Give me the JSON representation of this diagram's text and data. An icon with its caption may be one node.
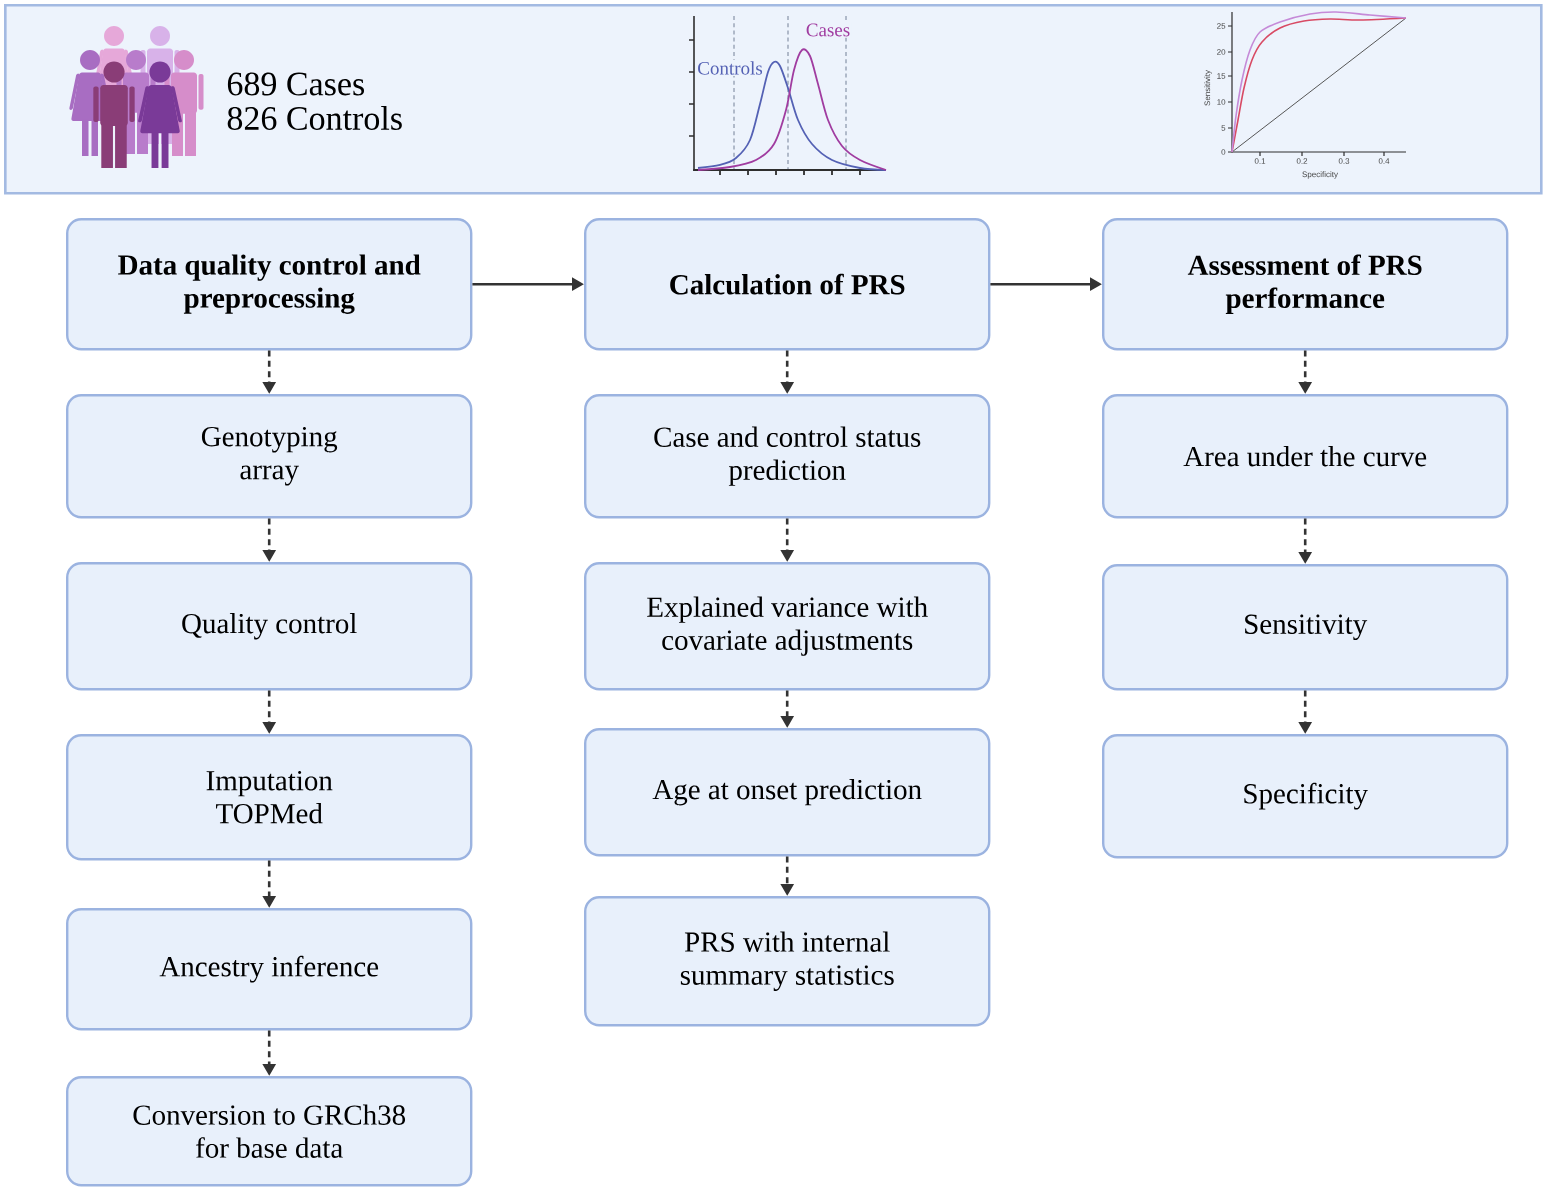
{
  "diagram": {
    "nodes": [
      {
        "text": [
          "689 Cases",
          "826 Controls"
        ]
      },
      {
        "text": [
          "Data quality control and preprocessing"
        ]
      },
      {
        "text": [
          "Genotyping",
          "array"
        ]
      },
      {
        "text": [
          "Quality control"
        ]
      },
      {
        "text": [
          "Imputation",
          "TOPMed"
        ]
      },
      {
        "text": [
          "Ancestry inference"
        ]
      },
      {
        "text": [
          "Conversion to GRCh38 for base data"
        ]
      },
      {
        "text": [
          "Calculation of PRS"
        ]
      },
      {
        "text": [
          "Case and control status prediction"
        ]
      },
      {
        "text": [
          "Explained variance with covariate adjustments"
        ]
      },
      {
        "text": [
          "Age at onset prediction"
        ]
      },
      {
        "text": [
          "PRS with internal summary statistics"
        ]
      },
      {
        "text": [
          "Assessment of PRS performance"
        ]
      },
      {
        "text": [
          "Area under the curve"
        ]
      },
      {
        "text": [
          "Sensitivity"
        ]
      },
      {
        "text": [
          "Specificity"
        ]
      }
    ],
    "edges": [
      {
        "from": 1,
        "to": 2,
        "arrow": "to",
        "style": "dashed"
      },
      {
        "from": 2,
        "to": 3,
        "arrow": "to",
        "style": "dashed"
      },
      {
        "from": 3,
        "to": 4,
        "arrow": "to",
        "style": "dashed"
      },
      {
        "from": 4,
        "to": 5,
        "arrow": "to",
        "style": "dashed"
      },
      {
        "from": 5,
        "to": 6,
        "arrow": "to",
        "style": "dashed"
      },
      {
        "from": 1,
        "to": 7,
        "arrow": "to"
      },
      {
        "from": 7,
        "to": 8,
        "arrow": "to",
        "style": "dashed"
      },
      {
        "from": 8,
        "to": 9,
        "arrow": "to",
        "style": "dashed"
      },
      {
        "from": 9,
        "to": 10,
        "arrow": "to",
        "style": "dashed"
      },
      {
        "from": 10,
        "to": 11,
        "arrow": "to",
        "style": "dashed"
      },
      {
        "from": 7,
        "to": 12,
        "arrow": "to"
      },
      {
        "from": 12,
        "to": 13,
        "arrow": "to",
        "style": "dashed"
      },
      {
        "from": 13,
        "to": 14,
        "arrow": "to",
        "style": "dashed"
      },
      {
        "from": 14,
        "to": 15,
        "arrow": "to",
        "style": "dashed"
      }
    ],
    "labels": [
      "Controls",
      "Cases",
      "25",
      "20",
      "15",
      "10",
      "5",
      "0",
      "0.1",
      "0.2",
      "0.3",
      "0.4",
      "Sensitivity",
      "Specificity"
    ]
  }
}
